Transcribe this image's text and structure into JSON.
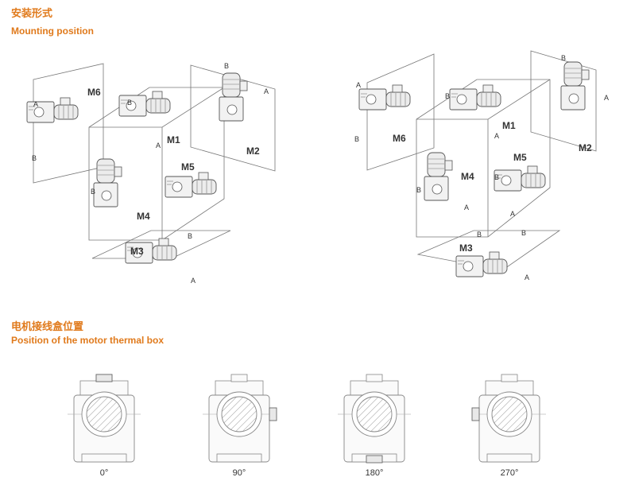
{
  "mounting": {
    "title_cn": "安装形式",
    "title_en": "Mounting position",
    "positions": [
      "M1",
      "M2",
      "M3",
      "M4",
      "M5",
      "M6"
    ],
    "end_labels": [
      "A",
      "B"
    ]
  },
  "thermal_box": {
    "title_cn": "电机接线盒位置",
    "title_en": "Position of the motor thermal box",
    "angles": [
      "0°",
      "90°",
      "180°",
      "270°"
    ]
  }
}
